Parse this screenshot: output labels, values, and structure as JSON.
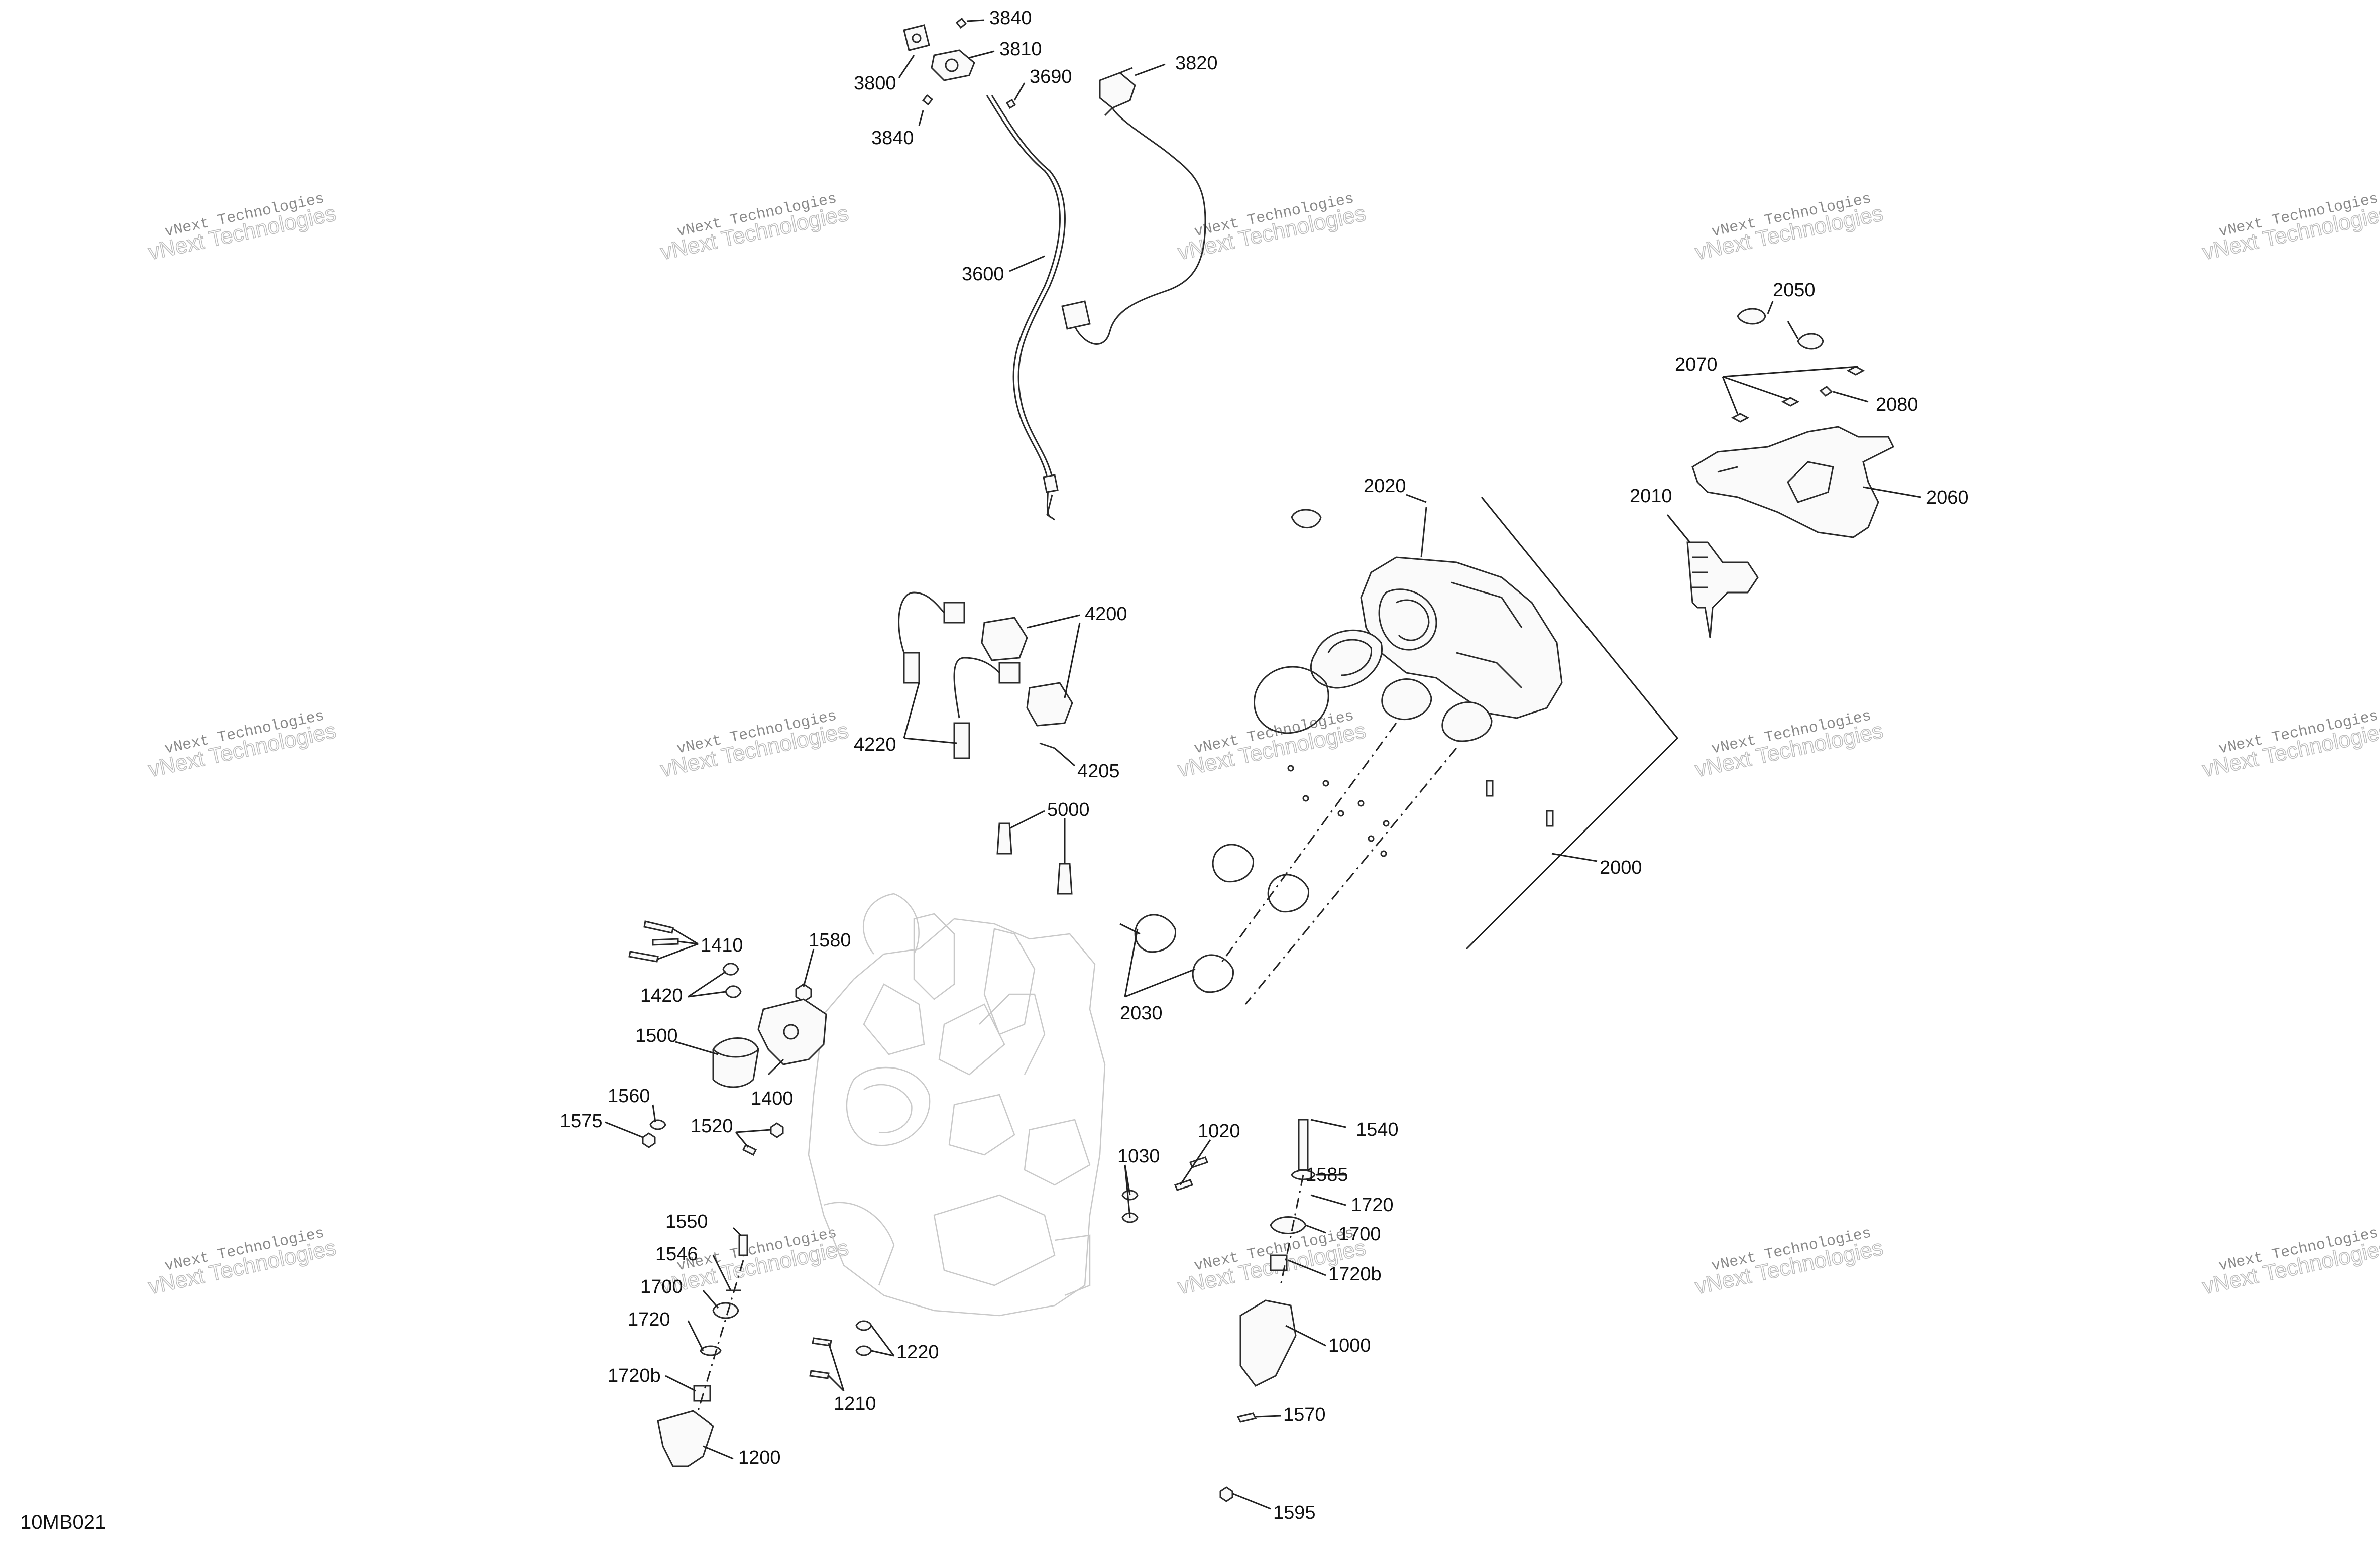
{
  "diagram": {
    "reference_code": "10MB021",
    "watermark": {
      "line1": "vNext Technologies",
      "line2": "vNext Technologies"
    },
    "callouts": [
      "3840",
      "3810",
      "3800",
      "3690",
      "3840",
      "3820",
      "3600",
      "2050",
      "2070",
      "2080",
      "2020",
      "2010",
      "2060",
      "4200",
      "4220",
      "4205",
      "5000",
      "2000",
      "1410",
      "1580",
      "1420",
      "1500",
      "1400",
      "2030",
      "1560",
      "1575",
      "1520",
      "1030",
      "1020",
      "1540",
      "1585",
      "1720",
      "1700",
      "1720b",
      "1550",
      "1546",
      "1700",
      "1720",
      "1720b",
      "1000",
      "1220",
      "1210",
      "1570",
      "1200",
      "1595"
    ]
  }
}
